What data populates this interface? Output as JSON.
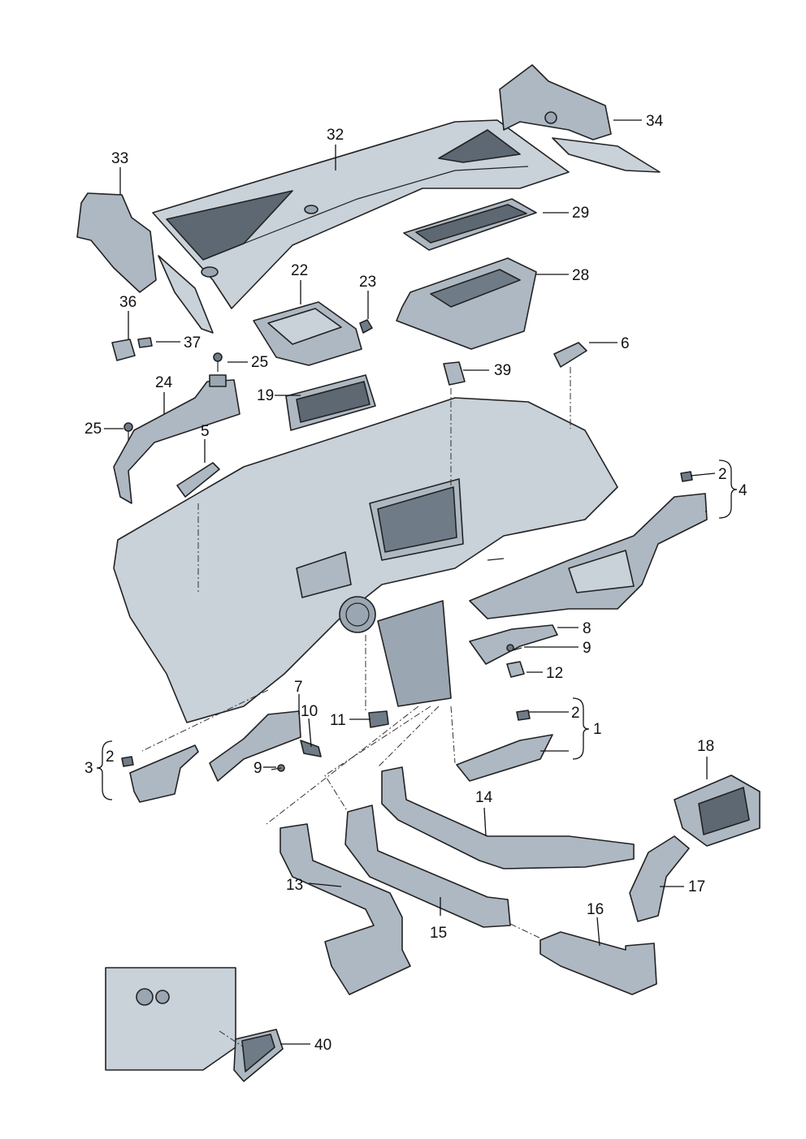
{
  "diagram": {
    "background_color": "#ffffff",
    "part_color": "#aeb8c2",
    "callouts": [
      {
        "id": "c1",
        "label": "1"
      },
      {
        "id": "c2a",
        "label": "2"
      },
      {
        "id": "c2b",
        "label": "2"
      },
      {
        "id": "c2c",
        "label": "2"
      },
      {
        "id": "c3",
        "label": "3"
      },
      {
        "id": "c4",
        "label": "4"
      },
      {
        "id": "c5",
        "label": "5"
      },
      {
        "id": "c6",
        "label": "6"
      },
      {
        "id": "c7",
        "label": "7"
      },
      {
        "id": "c8",
        "label": "8"
      },
      {
        "id": "c9a",
        "label": "9"
      },
      {
        "id": "c9b",
        "label": "9"
      },
      {
        "id": "c10",
        "label": "10"
      },
      {
        "id": "c11",
        "label": "11"
      },
      {
        "id": "c12",
        "label": "12"
      },
      {
        "id": "c13",
        "label": "13"
      },
      {
        "id": "c14",
        "label": "14"
      },
      {
        "id": "c15",
        "label": "15"
      },
      {
        "id": "c16",
        "label": "16"
      },
      {
        "id": "c17",
        "label": "17"
      },
      {
        "id": "c18",
        "label": "18"
      },
      {
        "id": "c19",
        "label": "19"
      },
      {
        "id": "c22",
        "label": "22"
      },
      {
        "id": "c23",
        "label": "23"
      },
      {
        "id": "c24",
        "label": "24"
      },
      {
        "id": "c25a",
        "label": "25"
      },
      {
        "id": "c25b",
        "label": "25"
      },
      {
        "id": "c28",
        "label": "28"
      },
      {
        "id": "c29",
        "label": "29"
      },
      {
        "id": "c32",
        "label": "32"
      },
      {
        "id": "c33",
        "label": "33"
      },
      {
        "id": "c34",
        "label": "34"
      },
      {
        "id": "c36",
        "label": "36"
      },
      {
        "id": "c37",
        "label": "37"
      },
      {
        "id": "c39",
        "label": "39"
      },
      {
        "id": "c40",
        "label": "40"
      }
    ]
  }
}
